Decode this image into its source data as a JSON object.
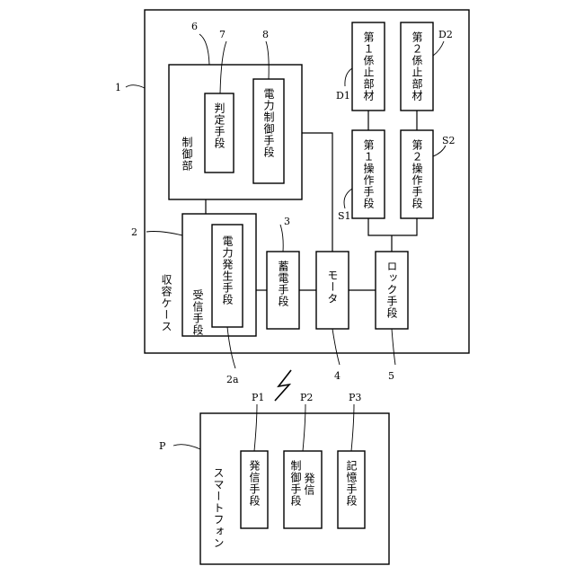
{
  "device": {
    "ref": "1",
    "case_label": "収容ケース",
    "control_unit": {
      "ref": "6",
      "label": "制御部"
    },
    "judge": {
      "ref": "7",
      "label": "判定手段"
    },
    "power_control": {
      "ref": "8",
      "label": "電力制御手段"
    },
    "receiver": {
      "ref": "2",
      "label": "受信手段"
    },
    "power_gen": {
      "ref": "2a",
      "label": "電力発生手段"
    },
    "storage": {
      "ref": "3",
      "label": "蓄電手段"
    },
    "motor": {
      "ref": "4",
      "label": "モータ"
    },
    "lock": {
      "ref": "5",
      "label": "ロック手段"
    },
    "op1": {
      "ref": "S1",
      "label": "第１操作手段"
    },
    "op2": {
      "ref": "S2",
      "label": "第２操作手段"
    },
    "stop1": {
      "ref": "D1",
      "label": "第１係止部材"
    },
    "stop2": {
      "ref": "D2",
      "label": "第２係止部材"
    }
  },
  "phone": {
    "ref": "P",
    "label": "スマートフォン",
    "tx": {
      "ref": "P1",
      "label": "発信手段"
    },
    "tx_ctrl": {
      "ref": "P2",
      "label_line1": "発信",
      "label_line2": "制御手段"
    },
    "memory": {
      "ref": "P3",
      "label": "記憶手段"
    }
  }
}
